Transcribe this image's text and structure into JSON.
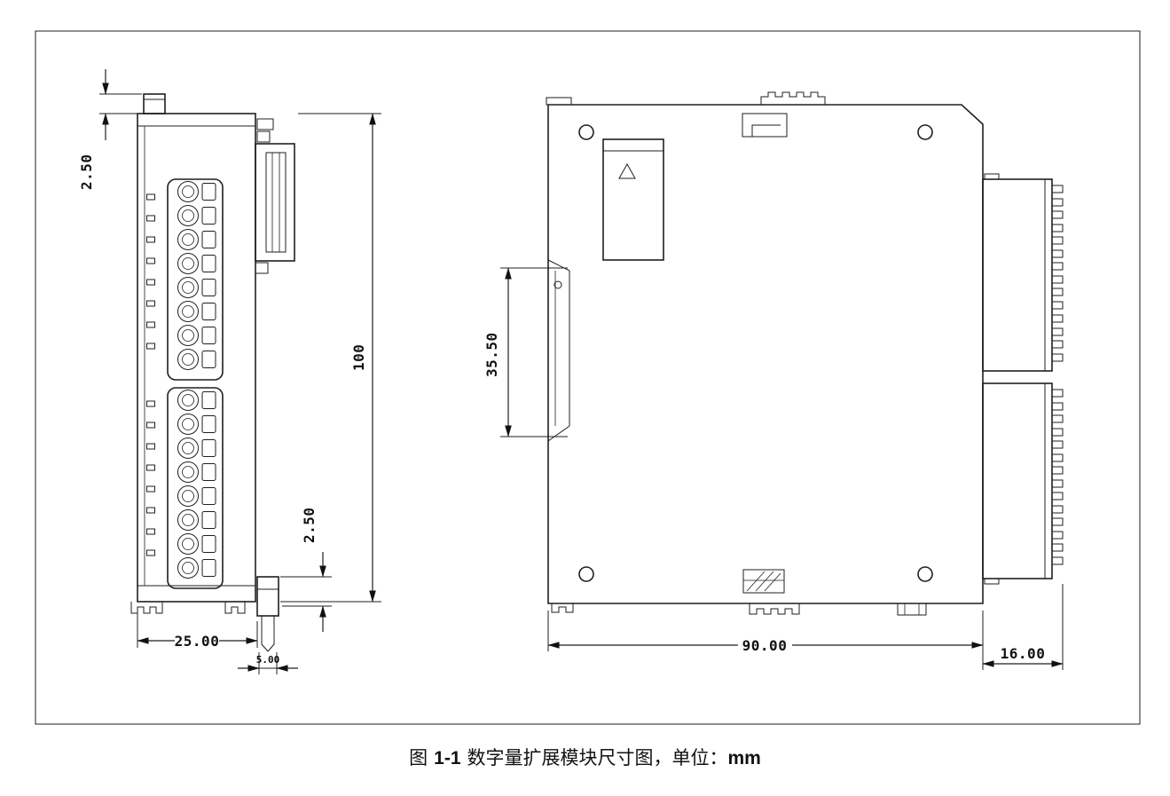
{
  "style": {
    "ink": "#1f1f1f",
    "background": "#ffffff"
  },
  "caption": {
    "fig": "图",
    "number": "1-1",
    "title": "数字量扩展模块尺寸图，单位：",
    "unit": "mm"
  },
  "dimensions": {
    "front_top_offset": "2.50",
    "front_height": "100",
    "front_bottom_offset": "2.50",
    "front_width": "25.00",
    "front_latch_depth": "5.00",
    "side_rail_slot": "35.50",
    "side_depth": "90.00",
    "side_connector_depth": "16.00"
  }
}
